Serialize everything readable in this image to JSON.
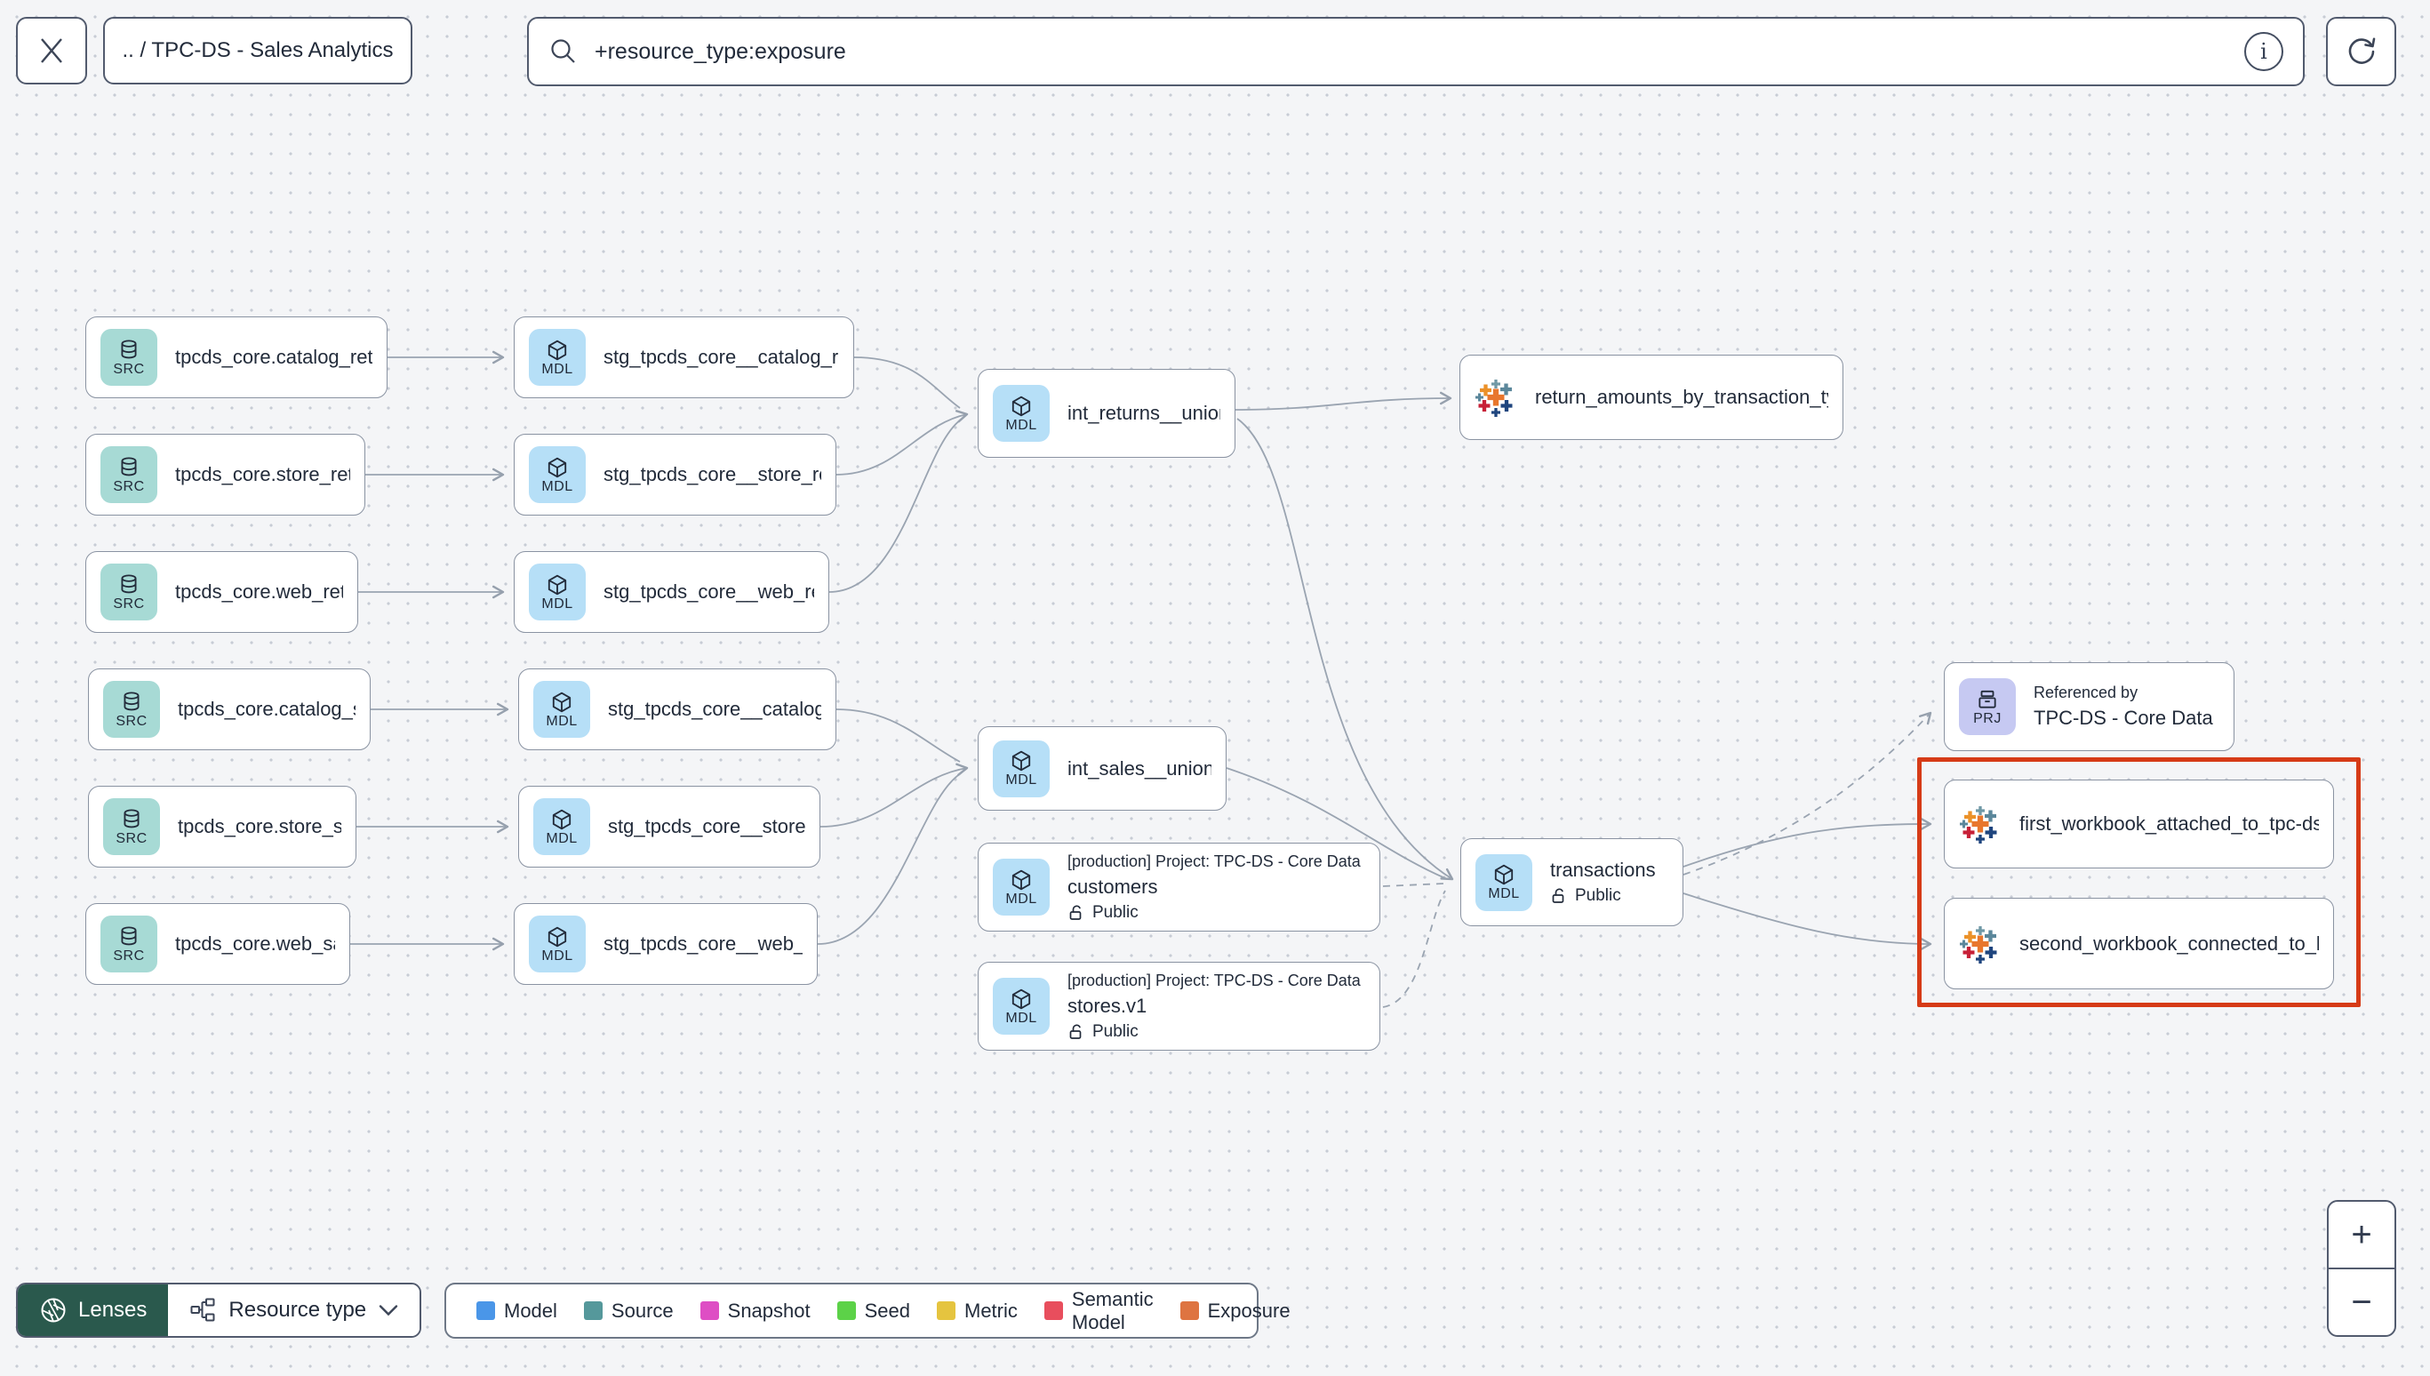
{
  "toolbar": {
    "breadcrumb": ".. / TPC-DS - Sales Analytics",
    "search": {
      "value": "+resource_type:exposure"
    }
  },
  "graph": {
    "nodes": [
      {
        "id": "src-catalog-returns",
        "kind": "source",
        "badge": "SRC",
        "title": "tpcds_core.catalog_returns"
      },
      {
        "id": "src-store-returns",
        "kind": "source",
        "badge": "SRC",
        "title": "tpcds_core.store_returns"
      },
      {
        "id": "src-web-returns",
        "kind": "source",
        "badge": "SRC",
        "title": "tpcds_core.web_returns"
      },
      {
        "id": "src-catalog-sales",
        "kind": "source",
        "badge": "SRC",
        "title": "tpcds_core.catalog_sales"
      },
      {
        "id": "src-store-sales",
        "kind": "source",
        "badge": "SRC",
        "title": "tpcds_core.store_sales"
      },
      {
        "id": "src-web-sales",
        "kind": "source",
        "badge": "SRC",
        "title": "tpcds_core.web_sales"
      },
      {
        "id": "stg-catalog-returns",
        "kind": "model",
        "badge": "MDL",
        "title": "stg_tpcds_core__catalog_returns"
      },
      {
        "id": "stg-store-returns",
        "kind": "model",
        "badge": "MDL",
        "title": "stg_tpcds_core__store_returns"
      },
      {
        "id": "stg-web-returns",
        "kind": "model",
        "badge": "MDL",
        "title": "stg_tpcds_core__web_returns"
      },
      {
        "id": "stg-catalog-sales",
        "kind": "model",
        "badge": "MDL",
        "title": "stg_tpcds_core__catalog_sales"
      },
      {
        "id": "stg-store-sales",
        "kind": "model",
        "badge": "MDL",
        "title": "stg_tpcds_core__store_sales"
      },
      {
        "id": "stg-web-sales",
        "kind": "model",
        "badge": "MDL",
        "title": "stg_tpcds_core__web_sales"
      },
      {
        "id": "int-returns",
        "kind": "model",
        "badge": "MDL",
        "title": "int_returns__unioned"
      },
      {
        "id": "exp-return-amounts",
        "kind": "exposure",
        "title": "return_amounts_by_transaction_type"
      },
      {
        "id": "int-sales",
        "kind": "model",
        "badge": "MDL",
        "title": "int_sales__unioned"
      },
      {
        "id": "customers",
        "kind": "model",
        "badge": "MDL",
        "subtitle": "[production] Project: TPC-DS - Core Data Mo…",
        "title": "customers",
        "visibility": "Public"
      },
      {
        "id": "stores",
        "kind": "model",
        "badge": "MDL",
        "subtitle": "[production] Project: TPC-DS - Core Data Mo…",
        "title": "stores.v1",
        "visibility": "Public"
      },
      {
        "id": "transactions",
        "kind": "model",
        "badge": "MDL",
        "title": "transactions",
        "visibility": "Public"
      },
      {
        "id": "prj-core",
        "kind": "project",
        "badge": "PRJ",
        "subtitle": "Referenced by",
        "title": "TPC-DS - Core Data Models"
      },
      {
        "id": "wb-first",
        "kind": "exposure",
        "title": "first_workbook_attached_to_tpc-ds_-_…"
      },
      {
        "id": "wb-second",
        "kind": "exposure",
        "title": "second_workbook_connected_to_live…"
      }
    ]
  },
  "lenses": {
    "button_label": "Lenses",
    "selected_lens": "Resource type"
  },
  "legend": {
    "items": [
      {
        "label": "Model",
        "color": "#4A96E8"
      },
      {
        "label": "Source",
        "color": "#55989B"
      },
      {
        "label": "Snapshot",
        "color": "#DE4EC4"
      },
      {
        "label": "Seed",
        "color": "#5CD248"
      },
      {
        "label": "Metric",
        "color": "#E5C43F"
      },
      {
        "label": "Semantic Model",
        "color": "#E84E5D"
      },
      {
        "label": "Exposure",
        "color": "#DE7441"
      }
    ]
  },
  "zoom_controls": {
    "zoom_in": "+",
    "zoom_out": "−"
  },
  "colors": {
    "source_badge": "#A7DAD5",
    "model_badge": "#B6DFF7",
    "project_badge": "#C6C9F2",
    "highlight": "#D63B17",
    "lenses_button": "#2A594D"
  }
}
